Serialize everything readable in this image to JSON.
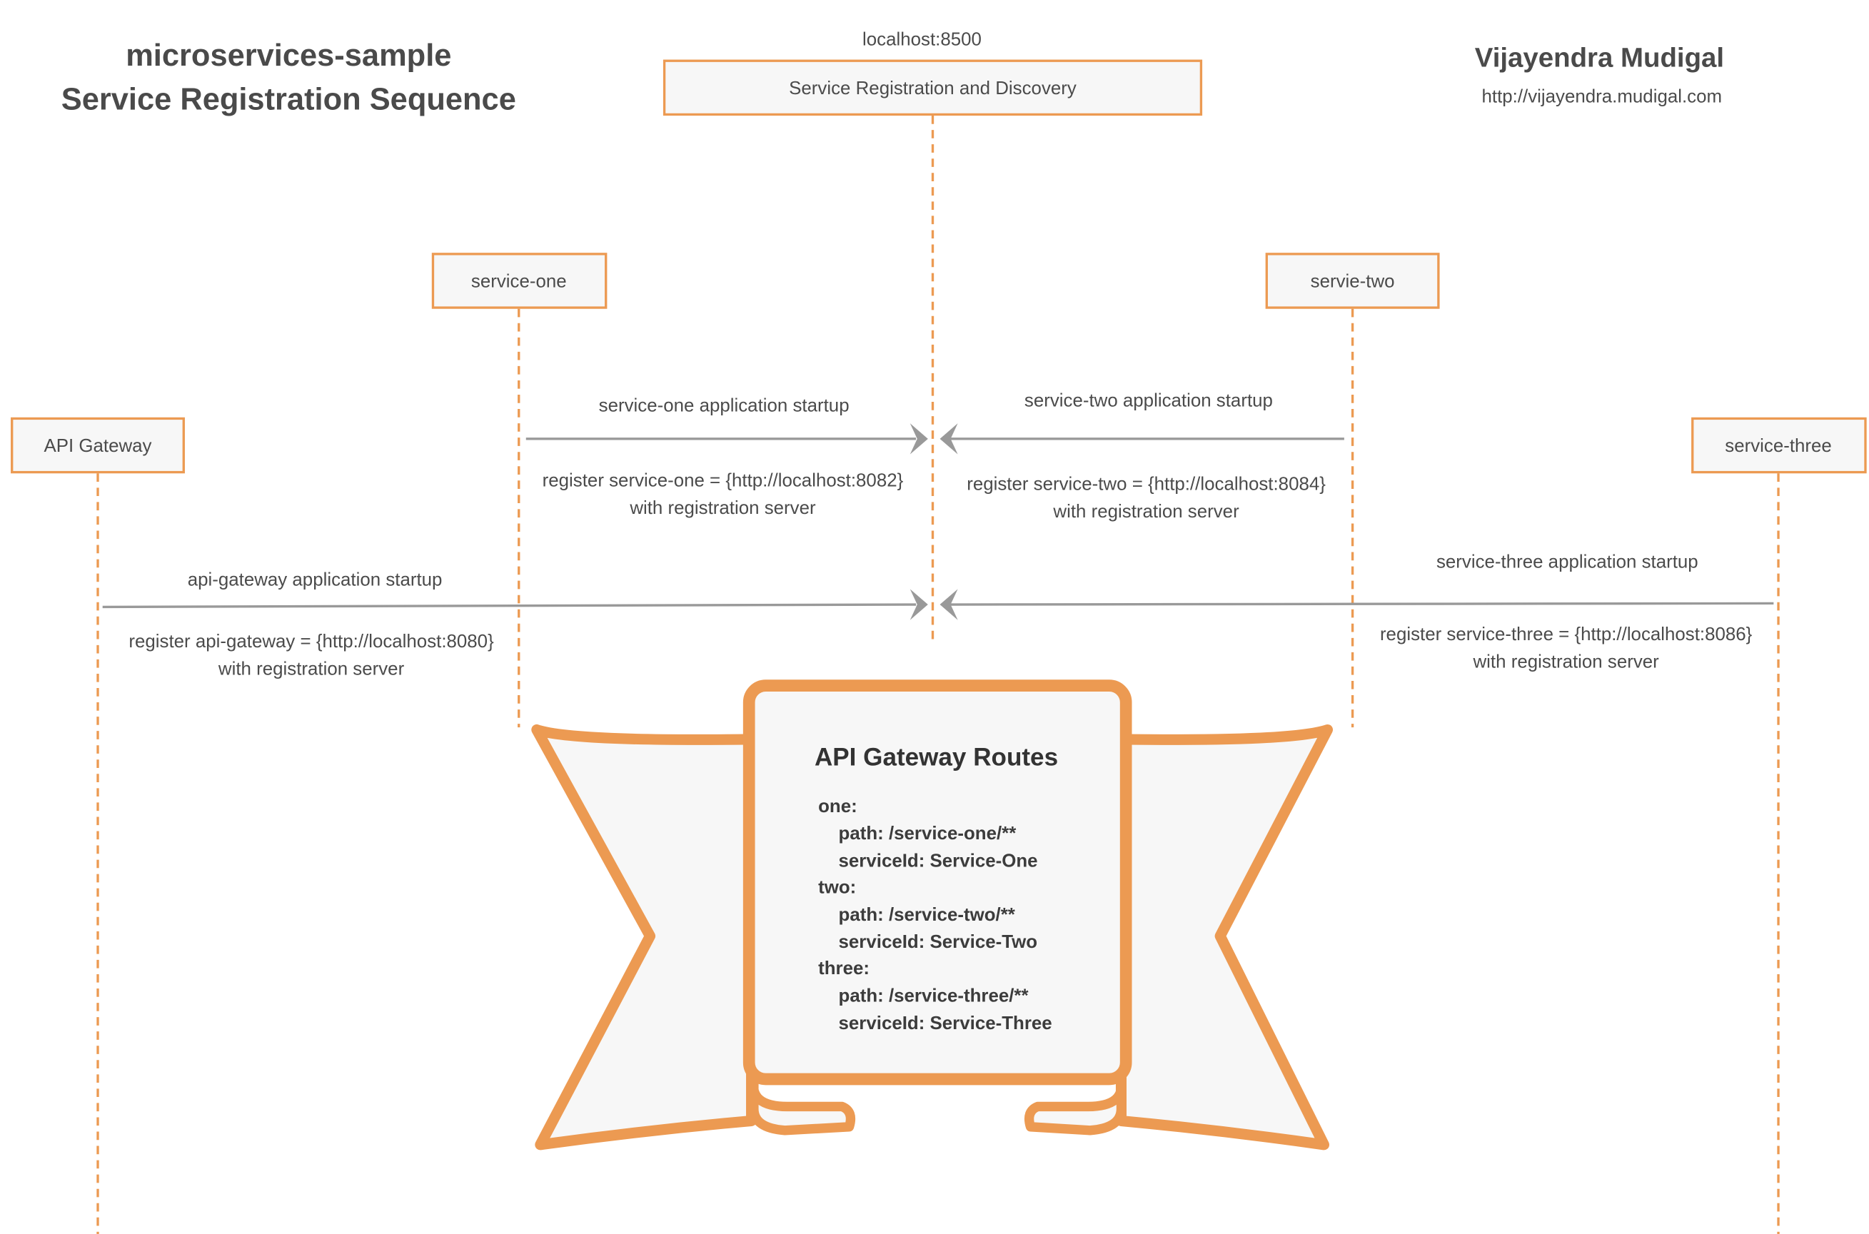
{
  "header": {
    "title_line1": "microservices-sample",
    "title_line2": "Service Registration Sequence",
    "author": "Vijayendra Mudigal",
    "author_url": "http://vijayendra.mudigal.com"
  },
  "registry": {
    "host_label": "localhost:8500",
    "name": "Service Registration and Discovery"
  },
  "participants": {
    "service_one": "service-one",
    "service_two": "servie-two",
    "api_gateway": "API Gateway",
    "service_three": "service-three"
  },
  "messages": {
    "service_one": {
      "label": "service-one application startup",
      "note_line1": "register service-one = {http://localhost:8082}",
      "note_line2": "with registration server"
    },
    "service_two": {
      "label": "service-two application startup",
      "note_line1": "register service-two = {http://localhost:8084}",
      "note_line2": "with registration server"
    },
    "api_gateway": {
      "label": "api-gateway application startup",
      "note_line1": "register api-gateway = {http://localhost:8080}",
      "note_line2": "with registration server"
    },
    "service_three": {
      "label": "service-three application startup",
      "note_line1": "register service-three = {http://localhost:8086}",
      "note_line2": "with registration server"
    }
  },
  "routes": {
    "title": "API Gateway Routes",
    "lines": [
      "one:",
      "path: /service-one/**",
      "serviceId: Service-One",
      "two:",
      "path: /service-two/**",
      "serviceId: Service-Two",
      "three:",
      "path: /service-three/**",
      "serviceId: Service-Three"
    ]
  },
  "colors": {
    "accent": "#ec9a52",
    "box_fill": "#f7f7f7",
    "arrow": "#999999",
    "text": "#4b4b4b"
  }
}
